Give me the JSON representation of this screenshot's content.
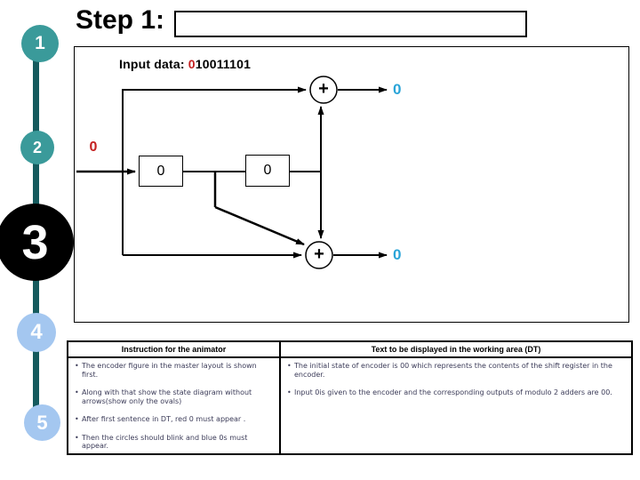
{
  "slide": {
    "title": "Step 1:",
    "title_box_text": ""
  },
  "sidebar": {
    "line_color": "#155a5d",
    "steps": [
      {
        "label": "1",
        "color": "#3a9a9a"
      },
      {
        "label": "2",
        "color": "#3a9a9a"
      },
      {
        "label": "3",
        "color": "#000000"
      },
      {
        "label": "4",
        "color": "#a4c7f0"
      },
      {
        "label": "5",
        "color": "#a4c7f0"
      }
    ]
  },
  "encoder": {
    "input_data_label": "Input data:",
    "input_bits_highlight": "0",
    "input_bits_rest": "10011101",
    "current_input_bit": "0",
    "register1": "0",
    "register2": "0",
    "adder_top_symbol": "+",
    "adder_bottom_symbol": "+",
    "output_top": "0",
    "output_bottom": "0",
    "colors": {
      "input_bit_red": "#c42020",
      "output_bit_blue": "#2aa4d8"
    }
  },
  "table": {
    "header_left": "Instruction for the animator",
    "header_right": "Text to be displayed in the working area (DT)",
    "animator_instructions": [
      "The encoder figure in the master layout is shown first.",
      "Along with that show the state diagram without arrows(show only the ovals)",
      "After first sentence in DT, red 0 must appear .",
      "Then the circles should blink and blue 0s must appear."
    ],
    "display_text": [
      "The initial state of encoder is 00 which represents the contents of the shift register in the encoder.",
      "Input 0is given to the encoder and the corresponding outputs of modulo 2 adders are 00."
    ]
  }
}
